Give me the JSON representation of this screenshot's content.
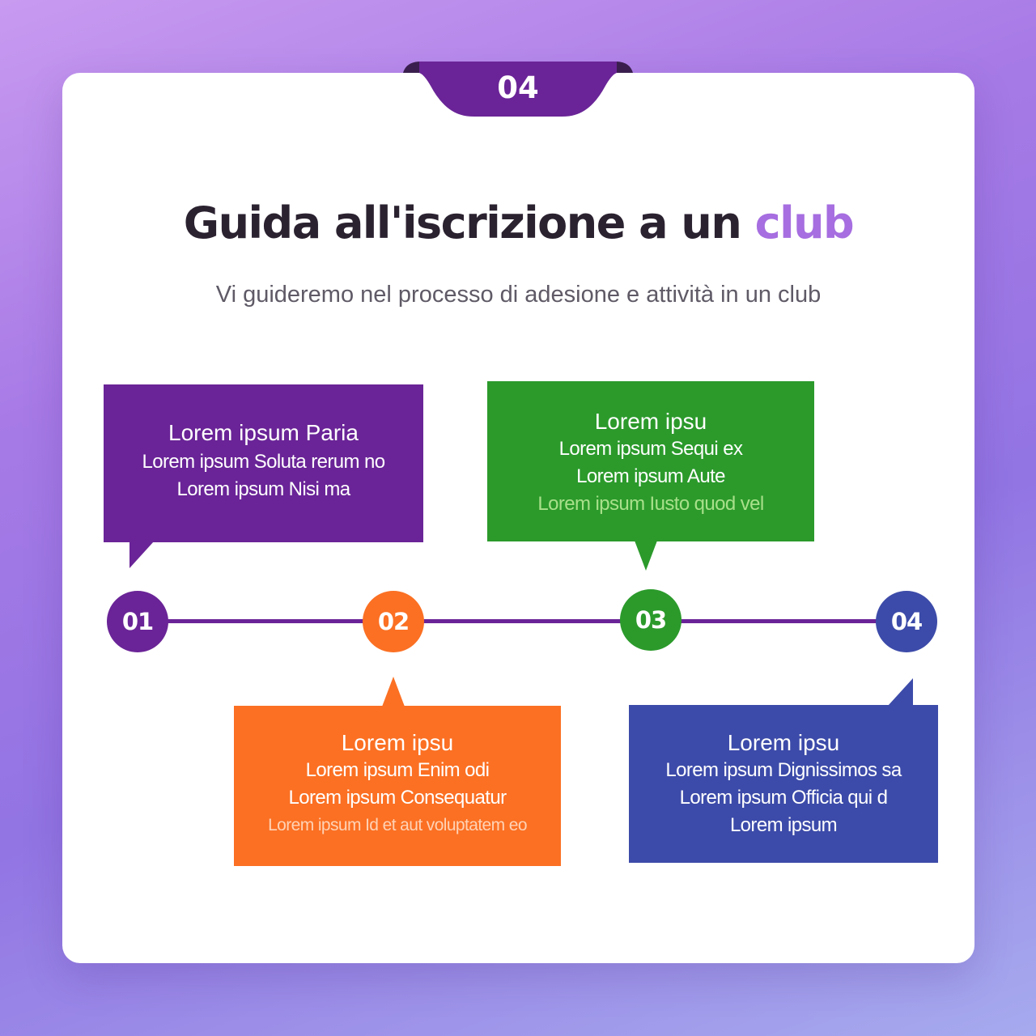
{
  "header": {
    "tab_number": "04",
    "title_main": "Guida all'iscrizione a un ",
    "title_accent": "club",
    "subtitle": "Vi guideremo nel processo di adesione e attività in un club"
  },
  "colors": {
    "purple": "#6a2497",
    "orange": "#fb7023",
    "green": "#2b9a2b",
    "blue": "#3c4ba9",
    "accent": "#a66ee0"
  },
  "steps": [
    {
      "number": "01",
      "heading": "Lorem ipsum Paria",
      "lines": [
        "Lorem ipsum Soluta rerum no",
        "Lorem ipsum Nisi ma"
      ]
    },
    {
      "number": "02",
      "heading": "Lorem ipsu",
      "lines": [
        "Lorem ipsum Enim odi",
        "Lorem ipsum Consequatur",
        "Lorem ipsum Id et aut voluptatem eo"
      ]
    },
    {
      "number": "03",
      "heading": "Lorem ipsu",
      "lines": [
        "Lorem ipsum Sequi ex",
        "Lorem ipsum Aute",
        "Lorem ipsum Iusto quod vel"
      ]
    },
    {
      "number": "04",
      "heading": "Lorem ipsu",
      "lines": [
        "Lorem ipsum Dignissimos sa",
        "Lorem ipsum Officia qui d",
        "Lorem ipsum"
      ]
    }
  ]
}
